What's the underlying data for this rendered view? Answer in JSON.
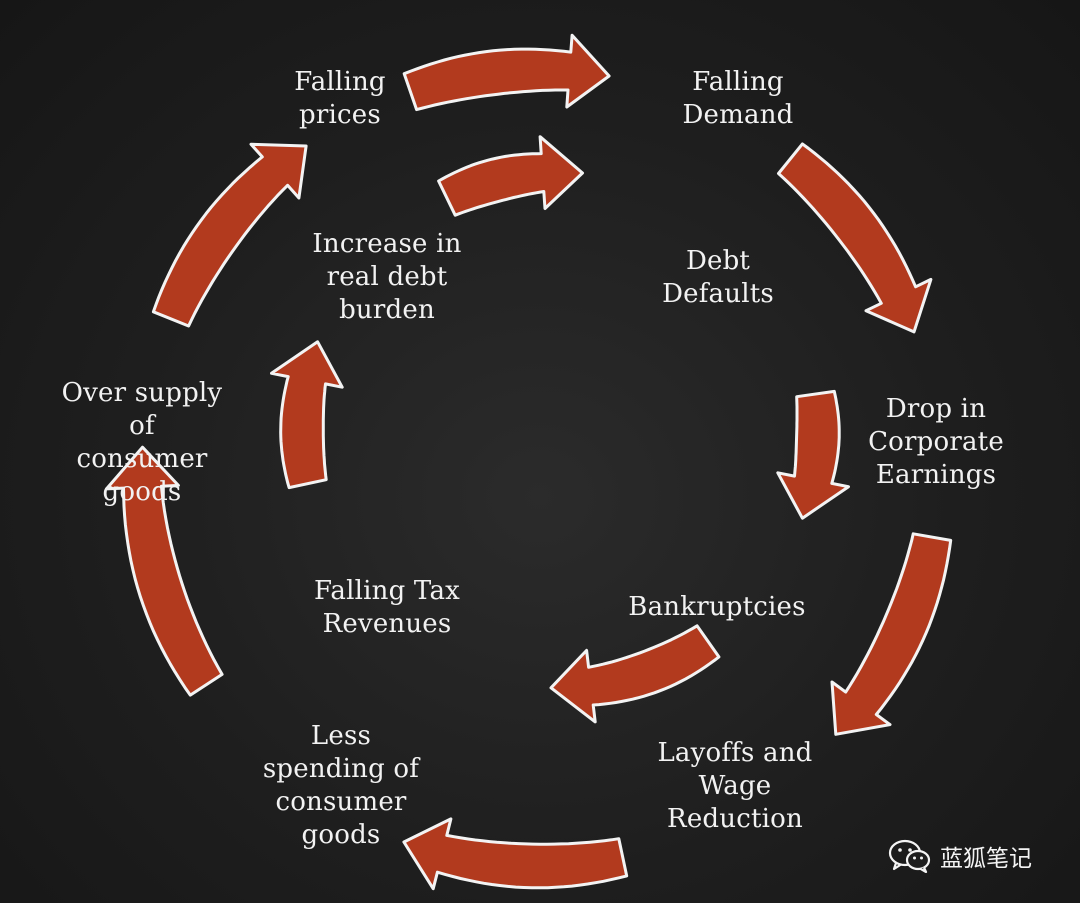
{
  "diagram": {
    "outer_cycle": [
      "Falling\nprices",
      "Falling\nDemand",
      "Drop in\nCorporate\nEarnings",
      "Layoffs and\nWage\nReduction",
      "Less\nspending of\nconsumer\ngoods",
      "Over supply\nof\nconsumer\ngoods"
    ],
    "inner_cycle": [
      "Increase in\nreal debt\nburden",
      "Debt\nDefaults",
      "Bankruptcies",
      "Falling Tax\nRevenues"
    ]
  },
  "watermark": {
    "text": "蓝狐笔记",
    "icon": "wechat-icon"
  },
  "colors": {
    "arrow_fill": "#b23a1e",
    "arrow_outline": "#f3f3f3",
    "background": "#1e1e1e",
    "text": "#f2f2f2"
  }
}
